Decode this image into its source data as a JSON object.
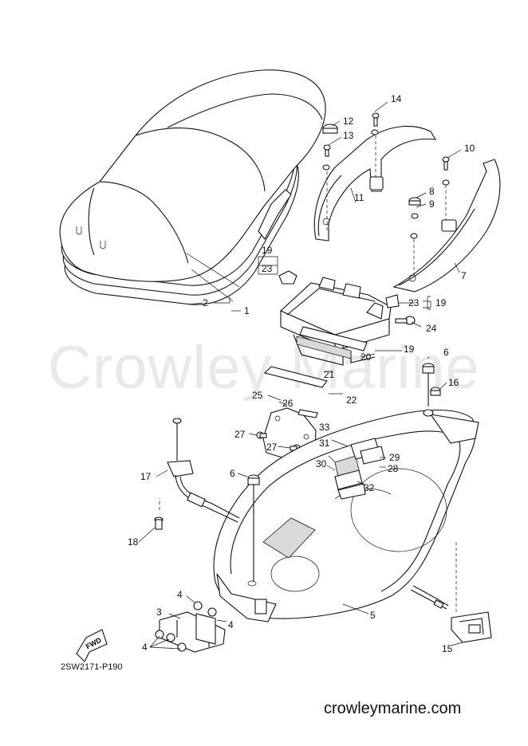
{
  "watermark": "Crowley Marine",
  "diagram_code": "2SW2171-P190",
  "website": "crowleymarine.com",
  "fwd_label": "FWD",
  "callouts": {
    "c1": "1",
    "c2": "2",
    "c3": "3",
    "c4a": "4",
    "c4b": "4",
    "c4c": "4",
    "c5": "5",
    "c6a": "6",
    "c6b": "6",
    "c7": "7",
    "c8": "8",
    "c9": "9",
    "c10": "10",
    "c11": "11",
    "c12": "12",
    "c13": "13",
    "c14": "14",
    "c15": "15",
    "c16": "16",
    "c17": "17",
    "c18": "18",
    "c19a": "19",
    "c19b": "19",
    "c19c": "19",
    "c20": "20",
    "c21": "21",
    "c22": "22",
    "c23a": "23",
    "c23b": "23",
    "c24": "24",
    "c25": "25",
    "c26": "26",
    "c27a": "27",
    "c27b": "27",
    "c28": "28",
    "c29": "29",
    "c30": "30",
    "c31": "31",
    "c32": "32",
    "c33": "33"
  }
}
